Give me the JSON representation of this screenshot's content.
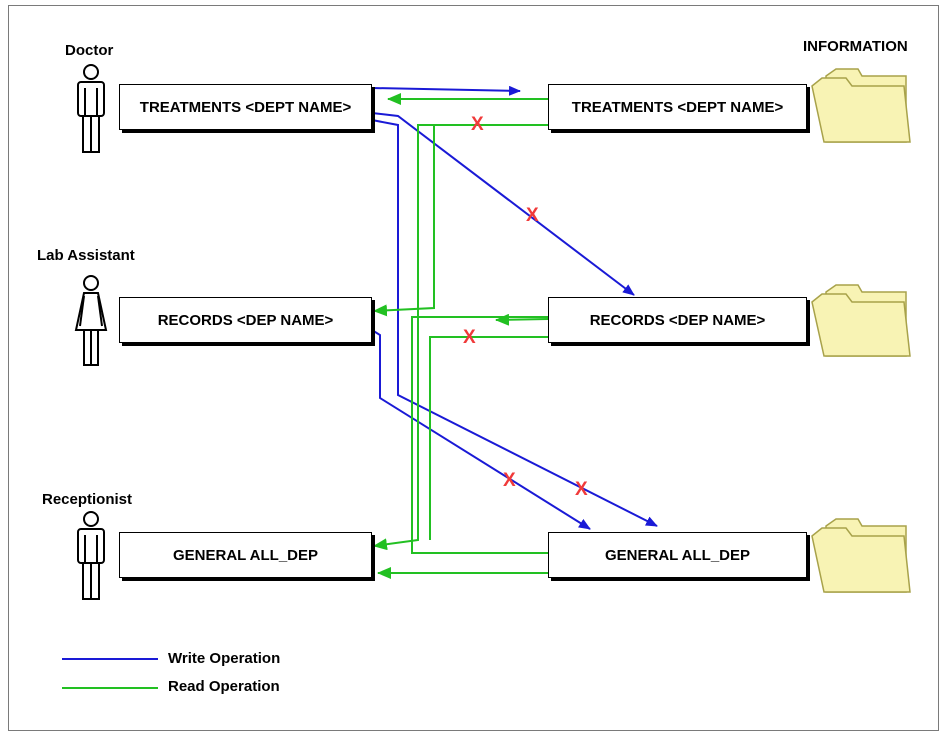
{
  "roles": {
    "doctor": "Doctor",
    "lab_assistant": "Lab Assistant",
    "receptionist": "Receptionist"
  },
  "information_heading": "INFORMATION",
  "user_boxes": {
    "treatments": "TREATMENTS <DEPT NAME>",
    "records": "RECORDS <DEP NAME>",
    "general": "GENERAL ALL_DEP"
  },
  "info_boxes": {
    "treatments": "TREATMENTS <DEPT NAME>",
    "records": "RECORDS <DEP NAME>",
    "general": "GENERAL ALL_DEP"
  },
  "deny_mark": "X",
  "legend": {
    "write": "Write Operation",
    "read": "Read Operation"
  },
  "colors": {
    "write": "#1a1ad6",
    "read": "#22c022",
    "deny": "#f03a3a",
    "folder_fill": "#f8f3b4",
    "folder_stroke": "#a8a24a"
  }
}
